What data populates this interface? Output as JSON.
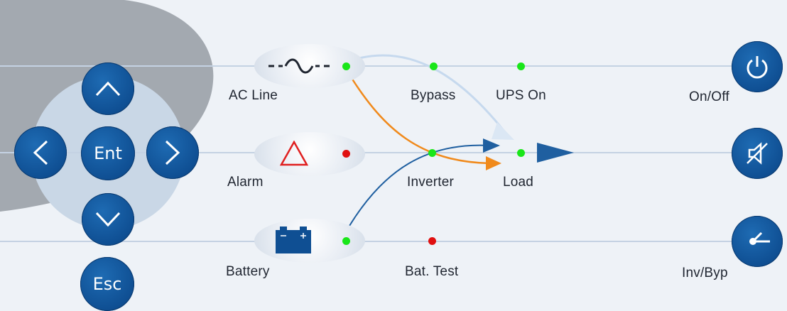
{
  "labels": {
    "ac_line": "AC Line",
    "alarm": "Alarm",
    "battery": "Battery",
    "bypass": "Bypass",
    "ups_on": "UPS On",
    "inverter": "Inverter",
    "load": "Load",
    "bat_test": "Bat. Test",
    "on_off": "On/Off",
    "inv_byp": "Inv/Byp"
  },
  "keys": {
    "enter": "Ent",
    "escape": "Esc"
  },
  "colors": {
    "button": "#0f4f93",
    "led_green": "#19e619",
    "led_red": "#e01010",
    "flow_orange": "#f08a1c",
    "flow_blue": "#1f5fa0",
    "flow_light": "#c6d9ee",
    "alarm_triangle": "#e02020",
    "background": "#eef2f7",
    "shape_gray": "#a3a9b0"
  },
  "icons": {
    "ac_line": "ac-sine-icon",
    "alarm": "warning-triangle-icon",
    "battery": "battery-icon",
    "on_off": "power-icon",
    "mute": "speaker-mute-icon",
    "inv_byp": "transfer-switch-icon"
  },
  "leds": {
    "ac_line": "green",
    "alarm": "red",
    "battery": "green",
    "bypass": "green",
    "ups_on": "green",
    "inverter": "green",
    "load": "green",
    "bat_test": "red"
  }
}
